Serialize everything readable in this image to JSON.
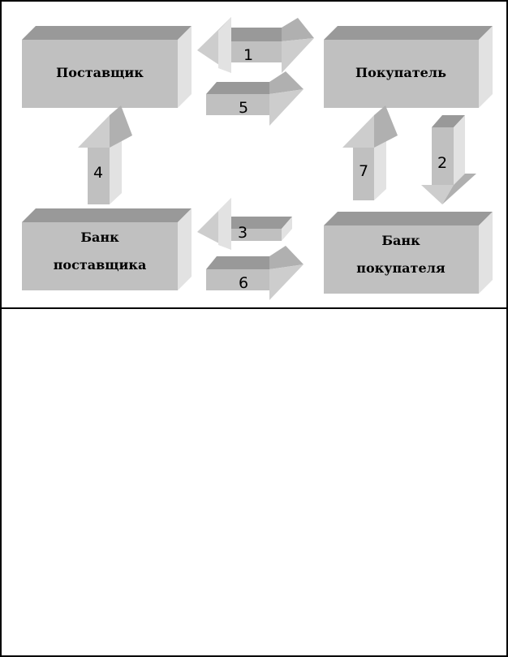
{
  "diagram": {
    "nodes": {
      "supplier": "Поставщик",
      "buyer": "Покупатель",
      "supplier_bank_line1": "Банк",
      "supplier_bank_line2": "поставщика",
      "buyer_bank_line1": "Банк",
      "buyer_bank_line2": "покупателя"
    },
    "arrows": {
      "a1": "1",
      "a2": "2",
      "a3": "3",
      "a4": "4",
      "a5": "5",
      "a6": "6",
      "a7": "7"
    },
    "colors": {
      "front": "#c0c0c0",
      "top": "#999999",
      "side": "#e2e2e2"
    }
  }
}
